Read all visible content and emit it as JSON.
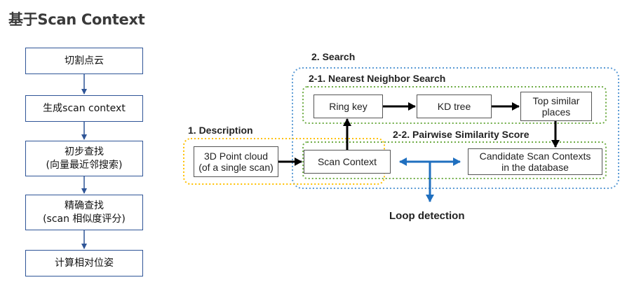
{
  "title": "基于Scan Context",
  "flowchart": {
    "steps": [
      {
        "lines": [
          "切割点云"
        ]
      },
      {
        "lines": [
          "生成scan context"
        ]
      },
      {
        "lines": [
          "初步查找",
          "(向量最近邻搜索)"
        ]
      },
      {
        "lines": [
          "精确查找",
          "(scan 相似度评分)"
        ]
      },
      {
        "lines": [
          "计算相对位姿"
        ]
      }
    ],
    "colors": {
      "box_border": "#2f5597",
      "arrow": "#2f5597"
    }
  },
  "diagram": {
    "search_label": "2. Search",
    "nn_label": "2-1. Nearest Neighbor Search",
    "pairwise_label": "2-2. Pairwise Similarity Score",
    "description_label": "1. Description",
    "boxes": {
      "point_cloud": [
        "3D Point cloud",
        "(of a single scan)"
      ],
      "scan_context": "Scan Context",
      "ring_key": "Ring key",
      "kd_tree": "KD tree",
      "top_similar": [
        "Top similar",
        "places"
      ],
      "candidates": [
        "Candidate Scan Contexts",
        "in the database"
      ]
    },
    "loop_detection": "Loop detection",
    "colors": {
      "search_border": "#5b9bd5",
      "nn_border": "#70ad47",
      "description_border": "#ffc000",
      "loop_arrow": "#1f6fbf"
    }
  }
}
